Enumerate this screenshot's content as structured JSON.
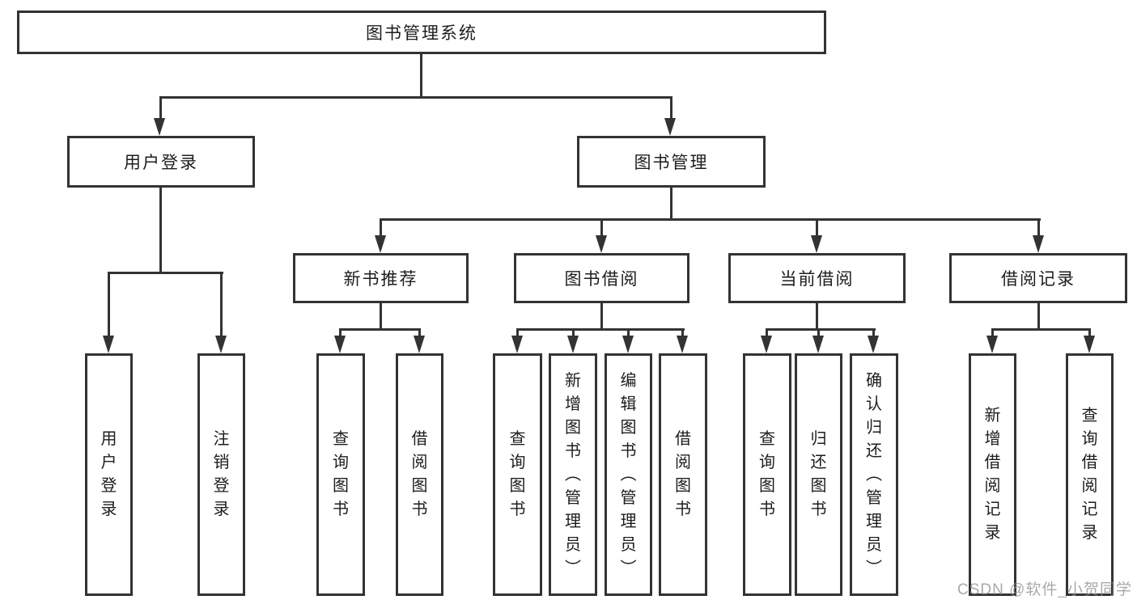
{
  "title": "图书管理系统",
  "watermark": "CSDN @软件_小贺同学",
  "colors": {
    "line": "#333333",
    "text": "#1d1d1d",
    "watermark": "#919191",
    "background": "#ffffff"
  },
  "tree": {
    "root": "图书管理系统",
    "branches": [
      {
        "label": "用户登录",
        "leaves": [
          "用户登录",
          "注销登录"
        ]
      },
      {
        "label": "图书管理",
        "groups": [
          {
            "label": "新书推荐",
            "leaves": [
              "查询图书",
              "借阅图书"
            ]
          },
          {
            "label": "图书借阅",
            "leaves": [
              "查询图书",
              "新增图书（管理员）",
              "编辑图书（管理员）",
              "借阅图书"
            ]
          },
          {
            "label": "当前借阅",
            "leaves": [
              "查询图书",
              "归还图书",
              "确认归还（管理员）"
            ]
          },
          {
            "label": "借阅记录",
            "leaves": [
              "新增借阅记录",
              "查询借阅记录"
            ]
          }
        ]
      }
    ]
  }
}
